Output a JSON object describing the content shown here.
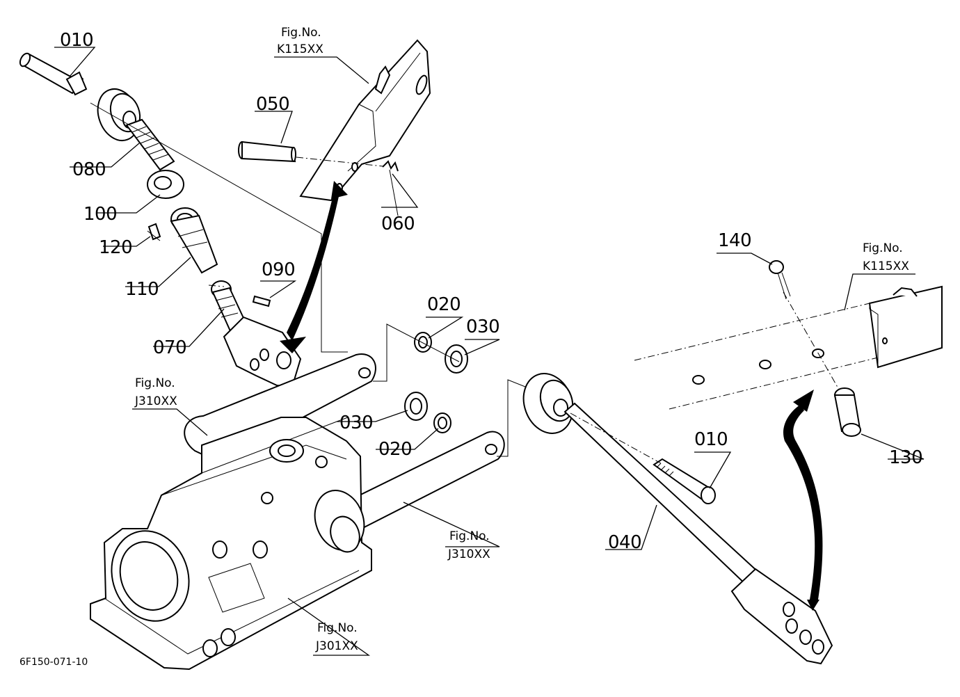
{
  "diagram": {
    "part_labels": {
      "p010_top": "010",
      "p050": "050",
      "p080": "080",
      "p100": "100",
      "p060": "060",
      "p120": "120",
      "p110": "110",
      "p090": "090",
      "p070": "070",
      "p020_top": "020",
      "p030_top": "030",
      "p030_bot": "030",
      "p020_bot": "020",
      "p140": "140",
      "p130": "130",
      "p010_right": "010",
      "p040": "040"
    },
    "fig_refs": {
      "k115_top": {
        "line1": "Fig.No.",
        "line2": "K115XX"
      },
      "k115_right": {
        "line1": "Fig.No.",
        "line2": "K115XX"
      },
      "j310_left": {
        "line1": "Fig.No.",
        "line2": "J310XX"
      },
      "j310_right": {
        "line1": "Fig.No.",
        "line2": "J310XX"
      },
      "j301": {
        "line1": "Fig.No.",
        "line2": "J301XX"
      }
    },
    "drawing_code": "6F150-071-10"
  }
}
